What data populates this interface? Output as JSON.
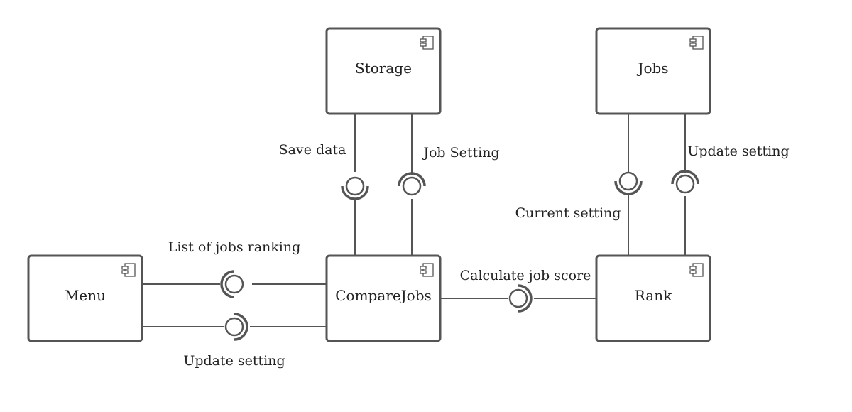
{
  "components": {
    "storage": "Storage",
    "jobs": "Jobs",
    "menu": "Menu",
    "compare_jobs": "CompareJobs",
    "rank": "Rank"
  },
  "interfaces": {
    "save_data": "Save data",
    "job_setting": "Job Setting",
    "update_setting_jobs": "Update setting",
    "current_setting": "Current setting",
    "list_of_jobs_ranking": "List of jobs ranking",
    "update_setting_menu": "Update setting",
    "calculate_job_score": "Calculate job score"
  },
  "icons": {
    "component_glyph": "uml-component-icon",
    "provided_interface": "ball-icon",
    "required_interface": "socket-icon"
  },
  "colors": {
    "stroke": "#555555",
    "text": "#222222",
    "background": "#ffffff"
  }
}
